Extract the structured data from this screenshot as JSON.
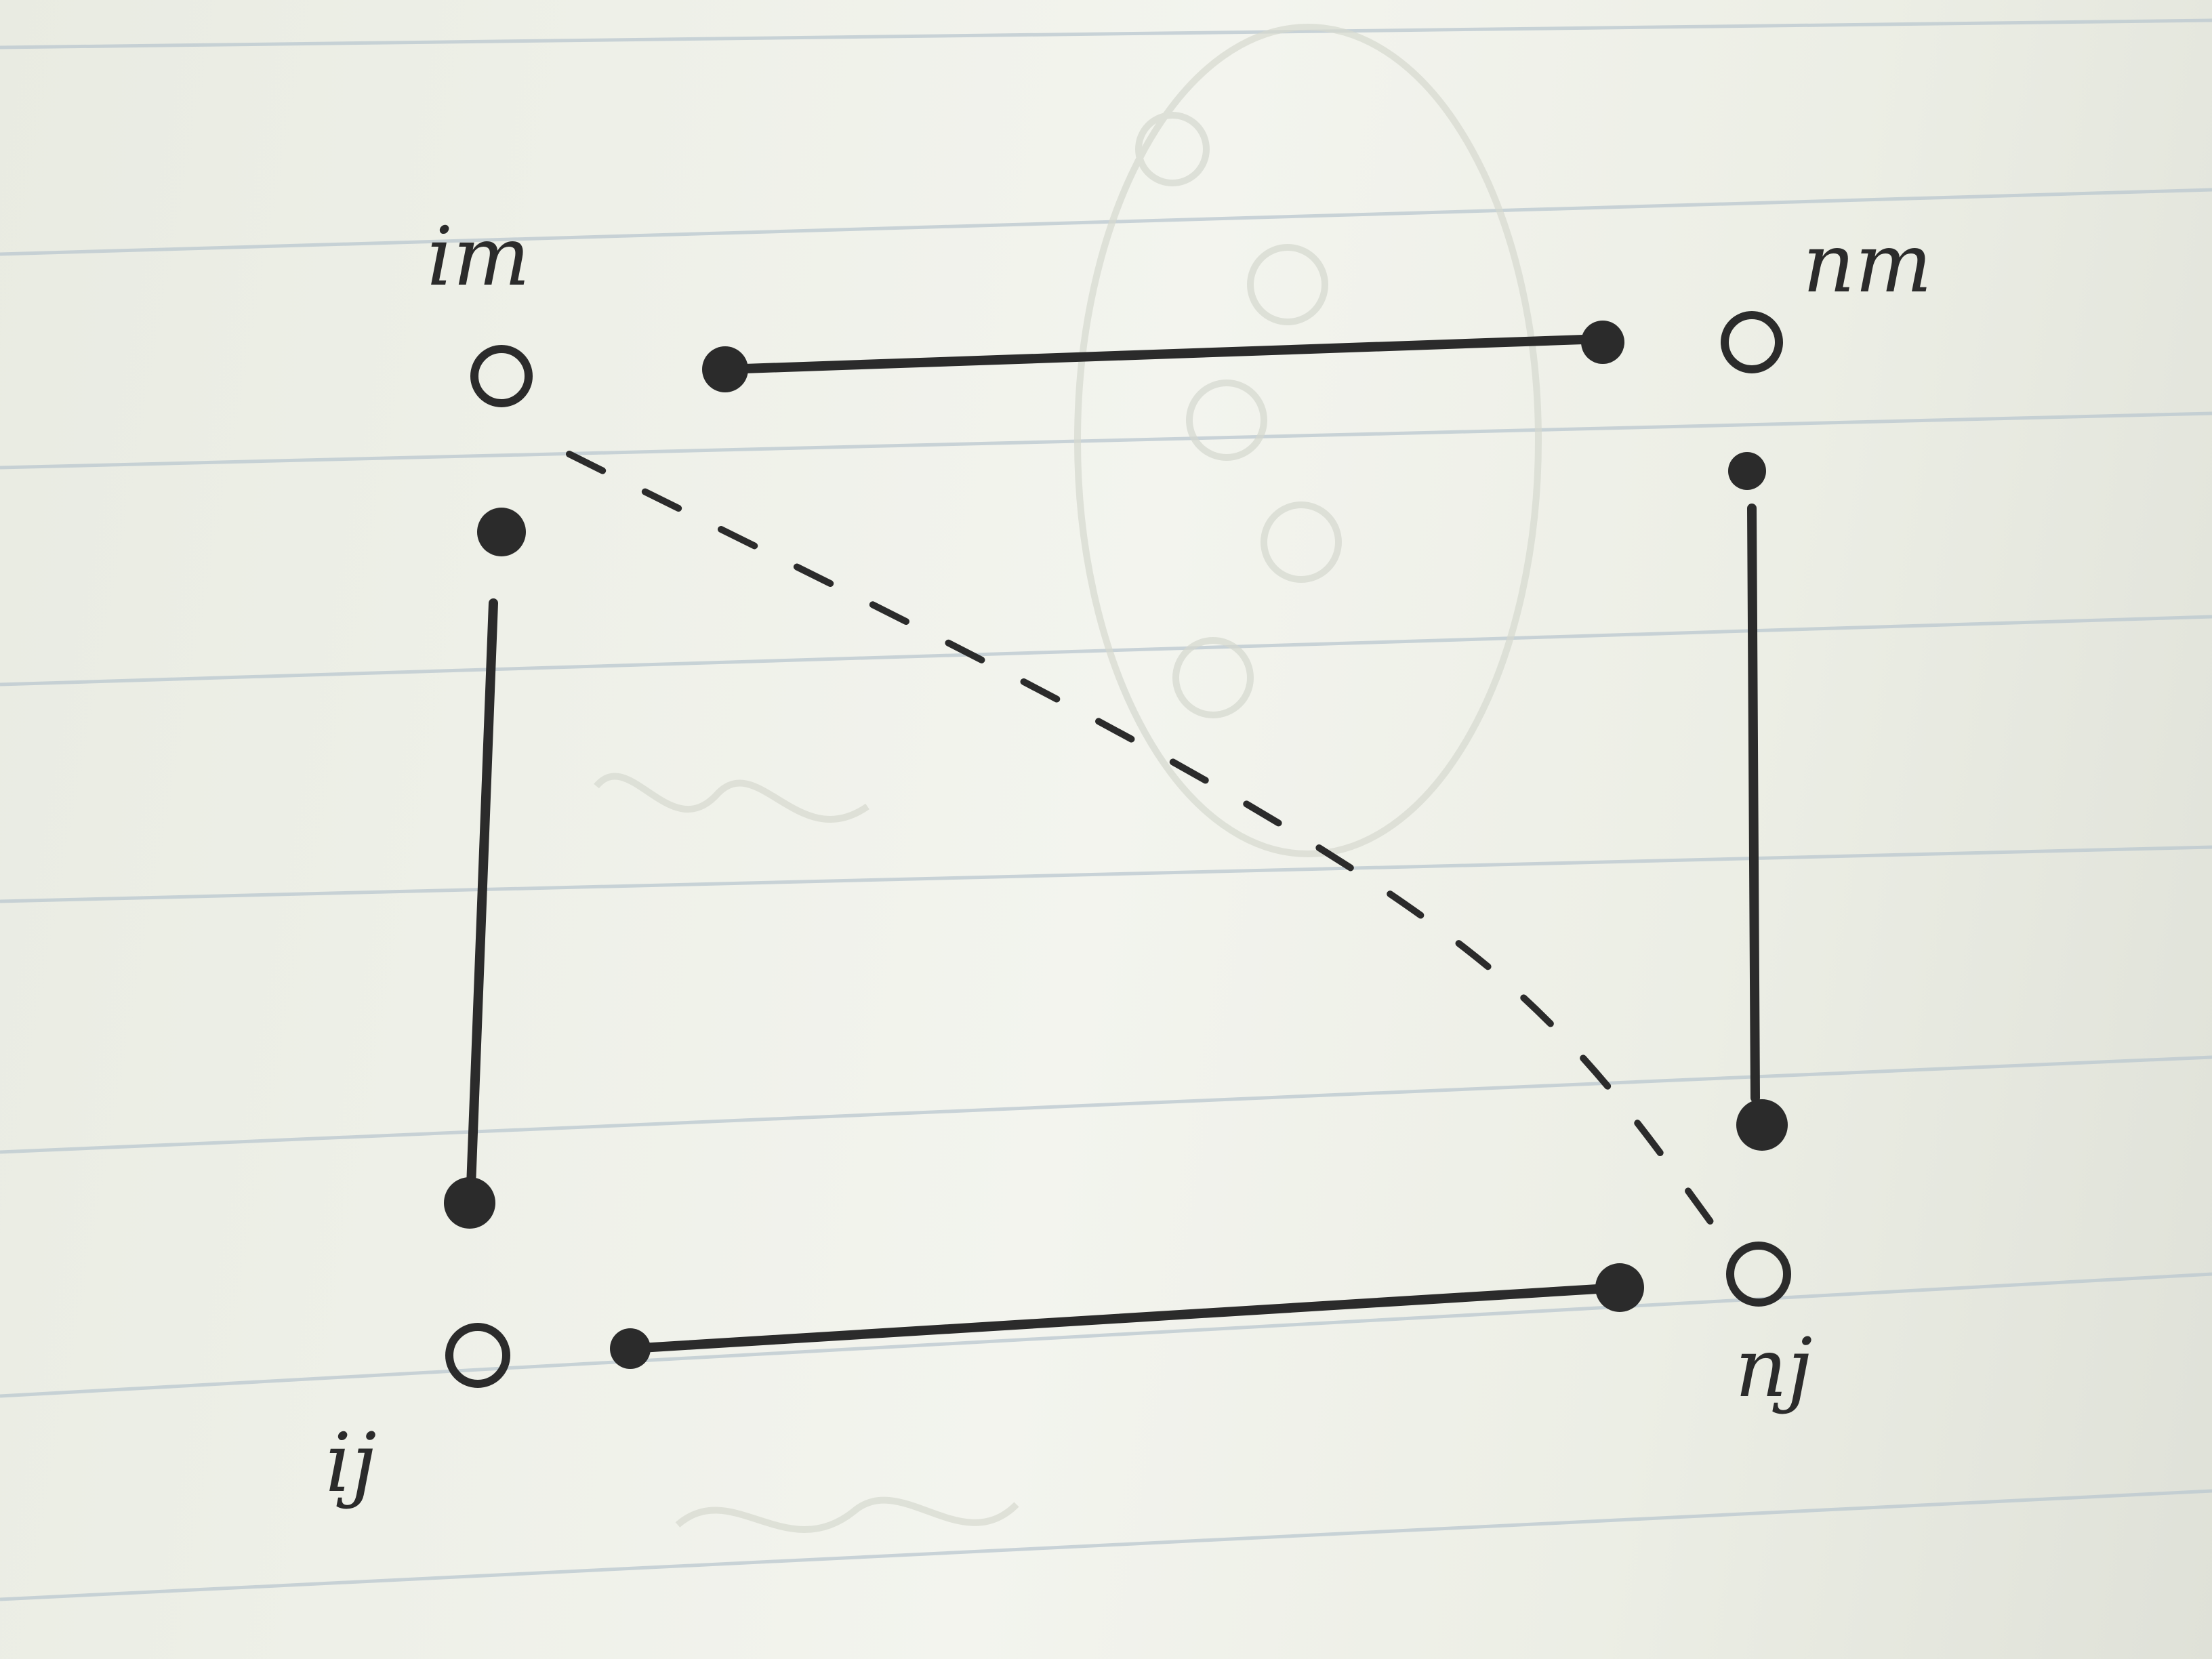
{
  "diagram": {
    "labels": {
      "im": "im",
      "nm": "nm",
      "ij": "ij",
      "nj": "nj"
    },
    "nodes": [
      {
        "id": "im",
        "kind": "open-circle"
      },
      {
        "id": "nm",
        "kind": "open-circle"
      },
      {
        "id": "ij",
        "kind": "open-circle"
      },
      {
        "id": "nj",
        "kind": "open-circle"
      }
    ],
    "segments": [
      {
        "id": "top",
        "style": "solid"
      },
      {
        "id": "bottom",
        "style": "solid"
      },
      {
        "id": "left",
        "style": "solid"
      },
      {
        "id": "right",
        "style": "solid"
      },
      {
        "id": "diagonal",
        "style": "dashed",
        "from": "im",
        "to": "nj"
      }
    ],
    "colors": {
      "ink": "#2b2b2b",
      "paper": "#eef0e8",
      "ruled_line": "#b9c7cf"
    }
  }
}
